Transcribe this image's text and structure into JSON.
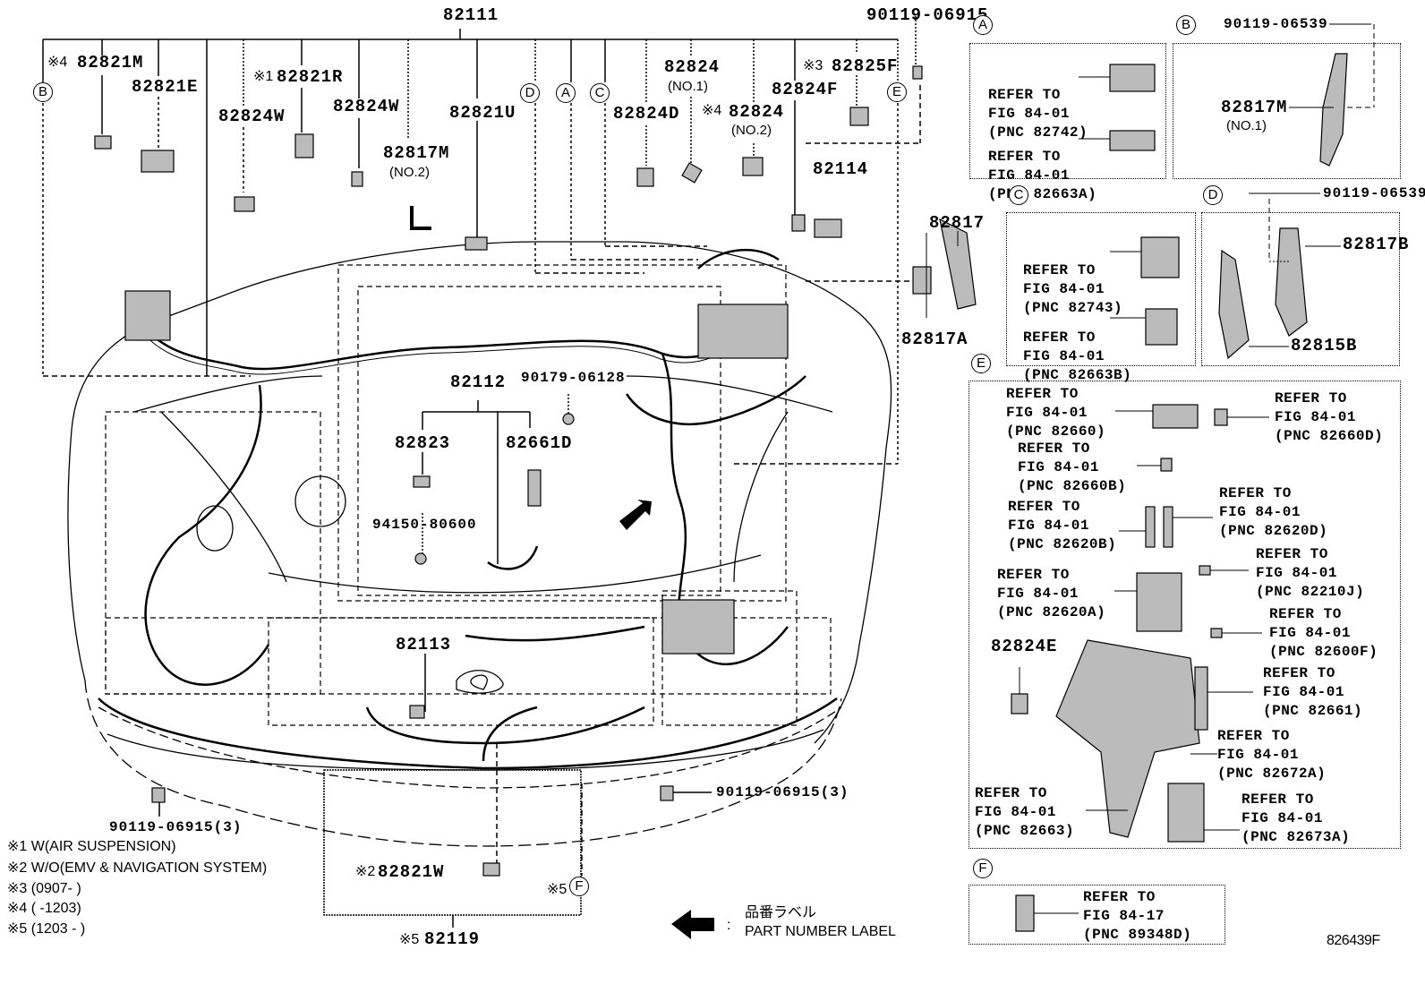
{
  "diagram": {
    "type": "parts-exploded-wiring-harness",
    "figure_id": "826439F",
    "main_labels": {
      "p82111": "82111",
      "p82821M": "82821M",
      "p82821M_note": "※4",
      "p82821E": "82821E",
      "p82824W_a": "82824W",
      "p82821R": "82821R",
      "p82821R_note": "※1",
      "p82824W_b": "82824W",
      "p82817M_no2": "82817M",
      "p82817M_no2_sub": "(NO.2)",
      "p82821U": "82821U",
      "p82824D": "82824D",
      "p82824_no1": "82824",
      "p82824_no1_sub": "(NO.1)",
      "p82824_no2": "82824",
      "p82824_no2_sub": "(NO.2)",
      "p82824_no2_note": "※4",
      "p82825F": "82825F",
      "p82825F_note": "※3",
      "p82824F": "82824F",
      "p82114": "82114",
      "p90119_06915_top": "90119-06915",
      "p82817": "82817",
      "p82817A": "82817A",
      "p82112": "82112",
      "p90179_06128": "90179-06128",
      "p82823": "82823",
      "p82661D": "82661D",
      "p94150_80600": "94150-80600",
      "p82113": "82113",
      "p90119_06915_left": "90119-06915(3)",
      "p90119_06915_right": "90119-06915(3)",
      "p82821W": "82821W",
      "p82821W_note": "※2",
      "p82119": "82119",
      "p82119_note": "※5",
      "f_note": "※5"
    },
    "callouts": {
      "A": "A",
      "B": "B",
      "C": "C",
      "D": "D",
      "E": "E",
      "F": "F"
    },
    "footnotes": [
      "※1 W(AIR SUSPENSION)",
      "※2 W/O(EMV & NAVIGATION SYSTEM)",
      "※3 (0907-      )",
      "※4 (      -1203)",
      "※5 (1203 -     )"
    ],
    "legend": {
      "jp": "品番ラベル",
      "en": "PART NUMBER LABEL",
      "colon": ":"
    },
    "detail_boxes": {
      "A": {
        "items": [
          {
            "l1": "REFER TO",
            "l2": "FIG 84-01",
            "l3": "(PNC 82742)"
          },
          {
            "l1": "REFER TO",
            "l2": "FIG 84-01",
            "l3": "(PNC 82663A)"
          }
        ]
      },
      "B": {
        "bolt": "90119-06539",
        "part": "82817M",
        "part_sub": "(NO.1)"
      },
      "C": {
        "items": [
          {
            "l1": "REFER TO",
            "l2": "FIG 84-01",
            "l3": "(PNC 82743)"
          },
          {
            "l1": "REFER TO",
            "l2": "FIG 84-01",
            "l3": "(PNC 82663B)"
          }
        ]
      },
      "D": {
        "bolt": "90119-06539",
        "part1": "82817B",
        "part2": "82815B"
      },
      "E": {
        "part": "82824E",
        "items": [
          {
            "l1": "REFER TO",
            "l2": "FIG 84-01",
            "l3": "(PNC 82660)"
          },
          {
            "l1": "REFER TO",
            "l2": "FIG 84-01",
            "l3": "(PNC 82660D)"
          },
          {
            "l1": "REFER TO",
            "l2": "FIG 84-01",
            "l3": "(PNC 82660B)"
          },
          {
            "l1": "REFER TO",
            "l2": "FIG 84-01",
            "l3": "(PNC 82620B)"
          },
          {
            "l1": "REFER TO",
            "l2": "FIG 84-01",
            "l3": "(PNC 82620D)"
          },
          {
            "l1": "REFER TO",
            "l2": "FIG 84-01",
            "l3": "(PNC 82210J)"
          },
          {
            "l1": "REFER TO",
            "l2": "FIG 84-01",
            "l3": "(PNC 82620A)"
          },
          {
            "l1": "REFER TO",
            "l2": "FIG 84-01",
            "l3": "(PNC 82600F)"
          },
          {
            "l1": "REFER TO",
            "l2": "FIG 84-01",
            "l3": "(PNC 82661)"
          },
          {
            "l1": "REFER TO",
            "l2": "FIG 84-01",
            "l3": "(PNC 82672A)"
          },
          {
            "l1": "REFER TO",
            "l2": "FIG 84-01",
            "l3": "(PNC 82663)"
          },
          {
            "l1": "REFER TO",
            "l2": "FIG 84-01",
            "l3": "(PNC 82673A)"
          }
        ]
      },
      "F": {
        "items": [
          {
            "l1": "REFER TO",
            "l2": "FIG 84-17",
            "l3": "(PNC 89348D)"
          }
        ]
      }
    }
  }
}
